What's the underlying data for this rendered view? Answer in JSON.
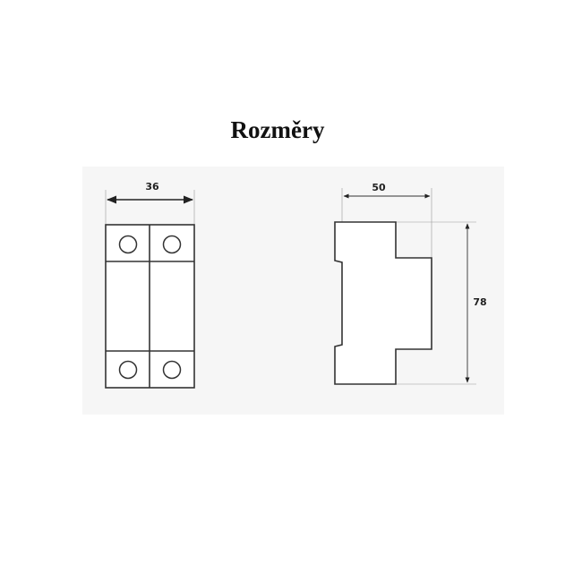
{
  "title": "Rozměry",
  "dimensions": {
    "width_front": "36",
    "depth_side": "50",
    "height_side": "78"
  }
}
